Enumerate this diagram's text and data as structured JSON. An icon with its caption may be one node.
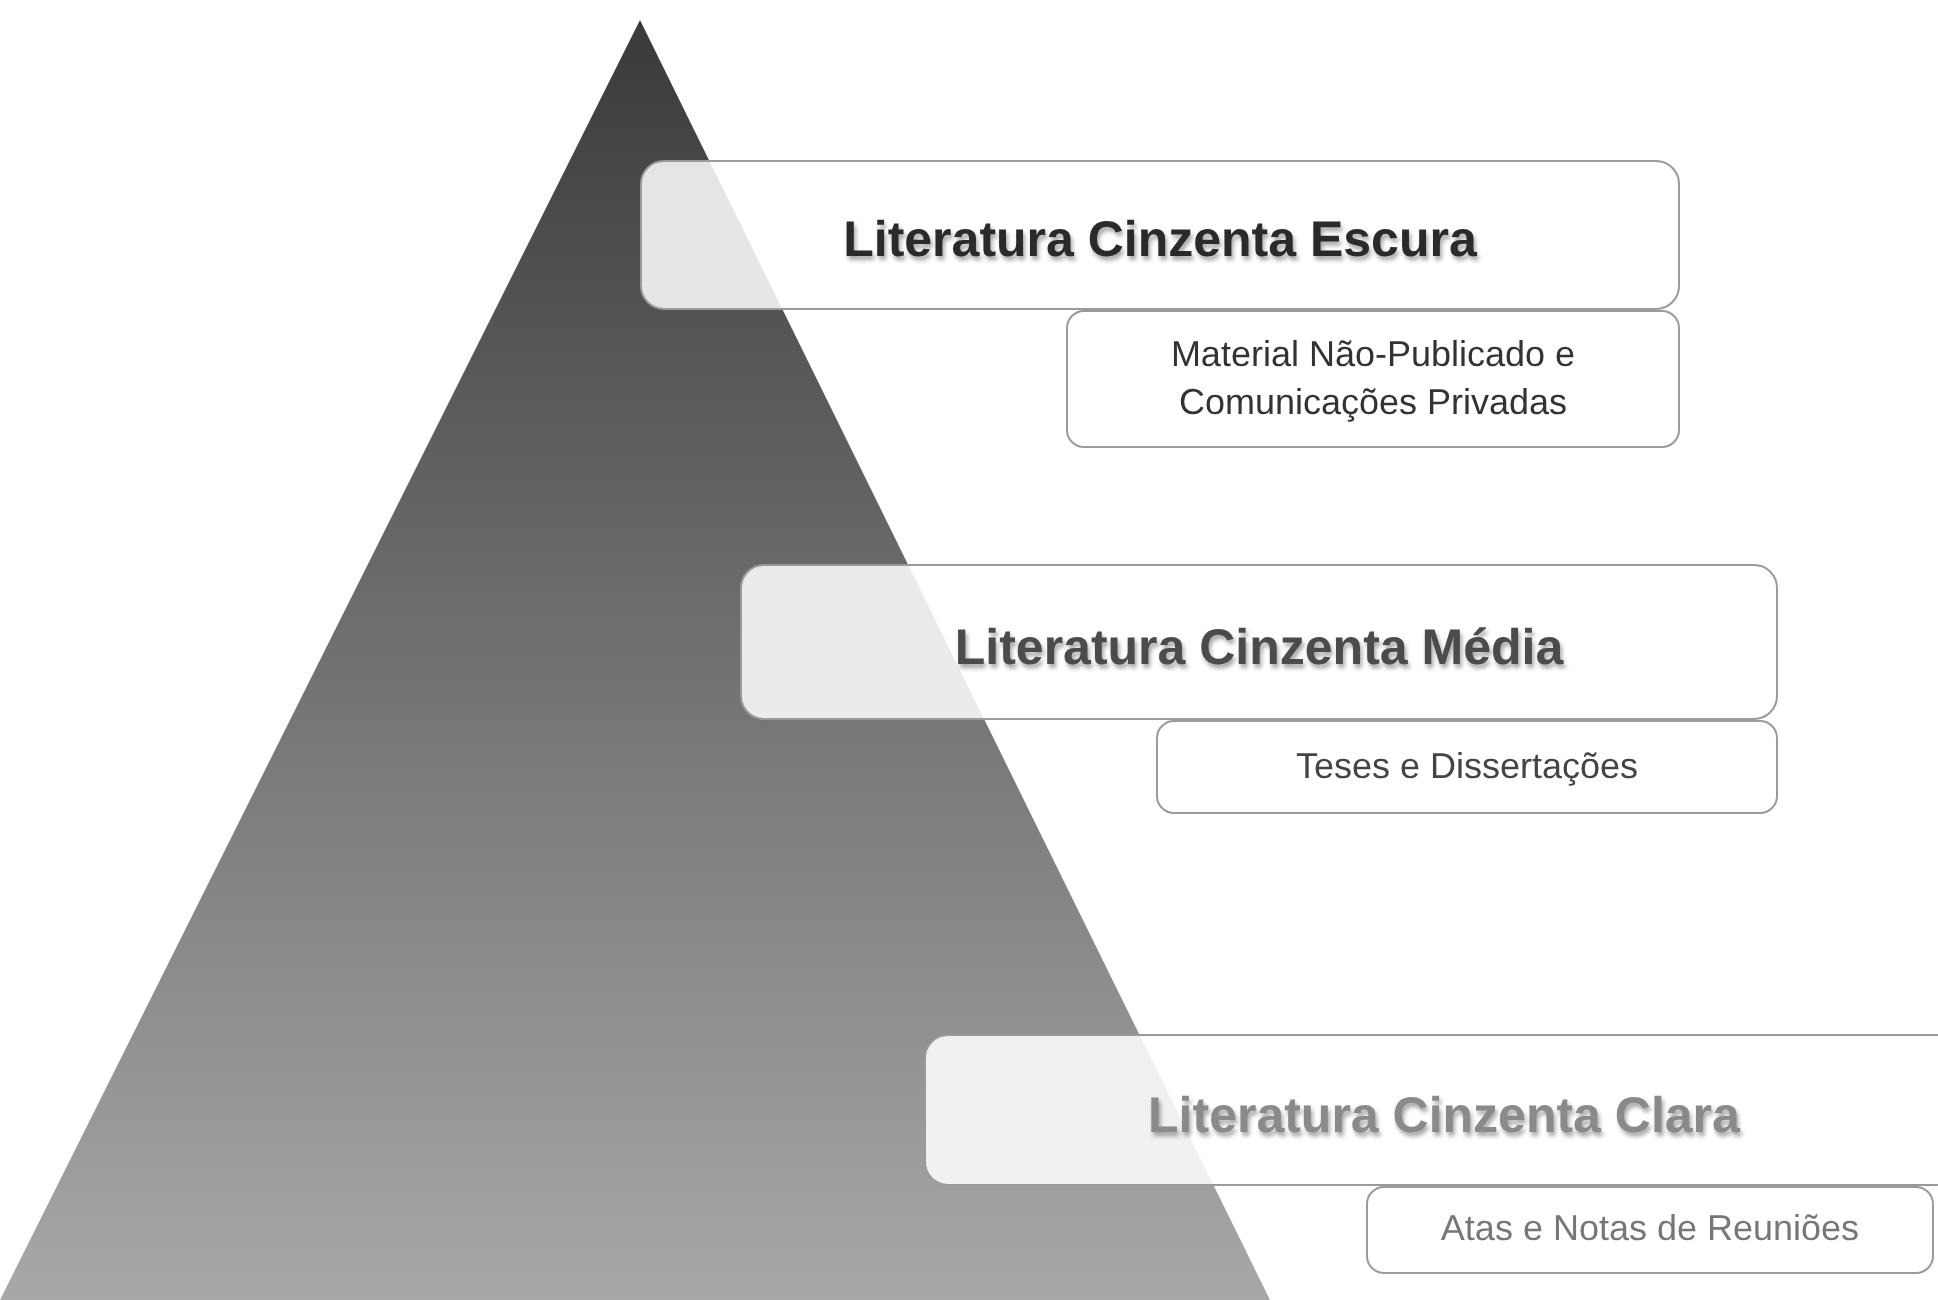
{
  "diagram": {
    "nodes": [
      {
        "text": [
          "Literatura Cinzenta Escura"
        ]
      },
      {
        "text": [
          "Material Não-Publicado e Comunicações Privadas"
        ]
      },
      {
        "text": [
          "Literatura Cinzenta Média"
        ]
      },
      {
        "text": [
          "Teses e Dissertações"
        ]
      },
      {
        "text": [
          "Literatura Cinzenta Clara"
        ]
      },
      {
        "text": [
          "Atas e Notas de Reuniões"
        ]
      }
    ]
  }
}
